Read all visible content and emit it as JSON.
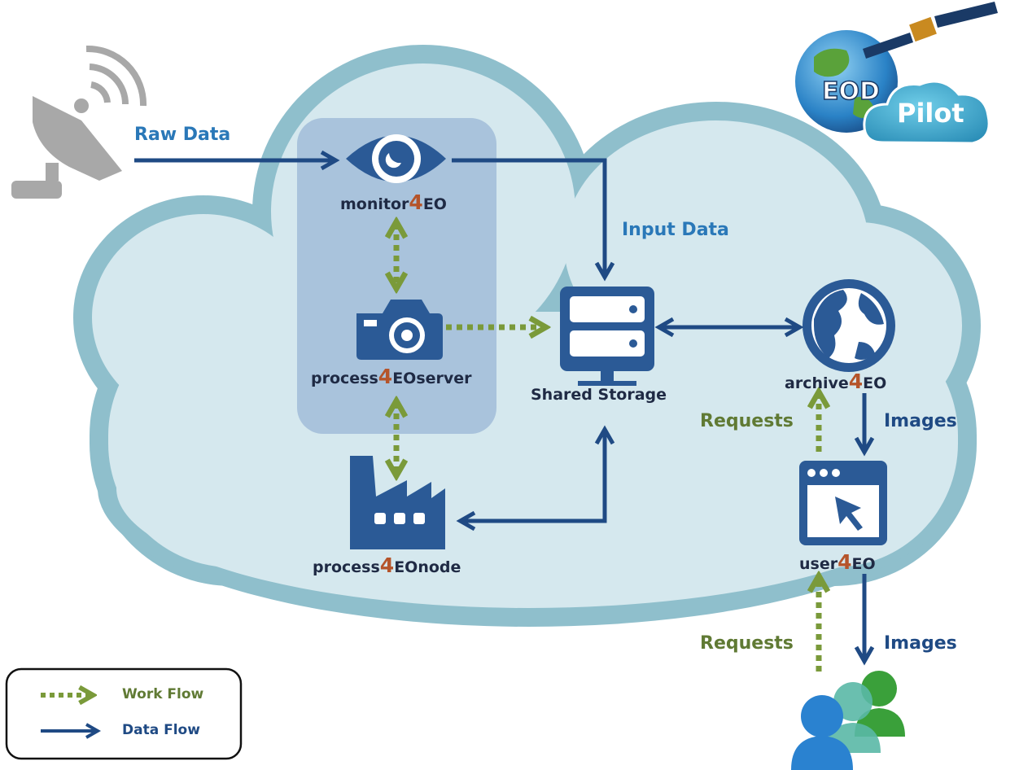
{
  "colors": {
    "data_flow": "#1f4a84",
    "work_flow": "#7a9a3a",
    "icon": "#2b5a96",
    "accent_four": "#b5542a",
    "cloud_outer": "#8fbfcc",
    "cloud_inner": "#d5e8ee",
    "highlight_box": "#a9c3dc"
  },
  "logo": {
    "top": "EOD",
    "bottom": "Pilot"
  },
  "nodes": {
    "monitor": {
      "prefix": "monitor",
      "four": "4",
      "suffix": "EO",
      "icon": "eye-icon"
    },
    "process_server": {
      "prefix": "process",
      "four": "4",
      "suffix": "EOserver",
      "icon": "camera-icon"
    },
    "process_node": {
      "prefix": "process",
      "four": "4",
      "suffix": "EOnode",
      "icon": "factory-icon"
    },
    "shared_storage": {
      "label": "Shared Storage",
      "icon": "server-icon"
    },
    "archive": {
      "prefix": "archive",
      "four": "4",
      "suffix": "EO",
      "icon": "globe-icon"
    },
    "user": {
      "prefix": "user",
      "four": "4",
      "suffix": "EO",
      "icon": "browser-window-icon"
    }
  },
  "flows": {
    "raw_data": "Raw Data",
    "input_data": "Input Data",
    "requests_upper": "Requests",
    "images_upper": "Images",
    "requests_lower": "Requests",
    "images_lower": "Images"
  },
  "legend": {
    "work_flow": "Work Flow",
    "data_flow": "Data Flow"
  },
  "external": {
    "source_icon": "satellite-dish-icon",
    "users_icon": "users-icon",
    "satellite_icon": "satellite-icon"
  }
}
